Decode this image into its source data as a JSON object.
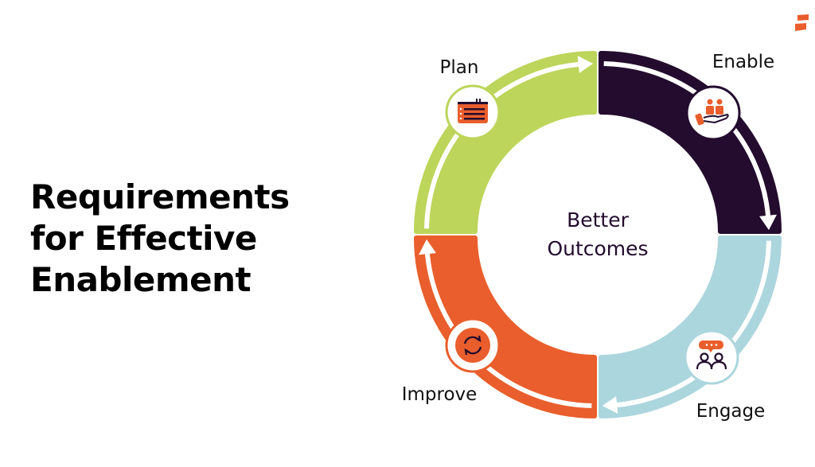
{
  "title_lines": [
    "Requirements",
    "for Effective",
    "Enablement"
  ],
  "center_text": [
    "Better",
    "Outcomes"
  ],
  "stages": [
    {
      "label": "Plan",
      "icon": "calendar-list-icon",
      "color": "#bdd55a"
    },
    {
      "label": "Enable",
      "icon": "hand-with-people-icon",
      "color": "#230c2e"
    },
    {
      "label": "Engage",
      "icon": "people-chat-icon",
      "color": "#acd6de"
    },
    {
      "label": "Improve",
      "icon": "refresh-cycle-icon",
      "color": "#e95e2c"
    }
  ],
  "colors": {
    "accent": "#e95e2c",
    "dark": "#230c2e"
  }
}
